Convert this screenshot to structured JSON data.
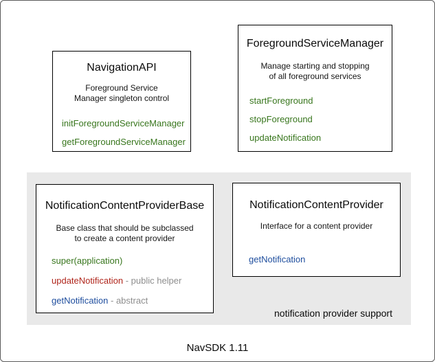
{
  "diagram": {
    "footer_title": "NavSDK 1.11",
    "group_label": "notification provider support",
    "colors": {
      "method_green": "#38761d",
      "method_red": "#b0261c",
      "method_blue": "#1f4e9e",
      "annotation_gray": "#8e8e8e",
      "group_bg": "#e9e9e9"
    },
    "boxes": {
      "navigation_api": {
        "title": "NavigationAPI",
        "description": [
          "Foreground Service",
          "Manager singleton control"
        ],
        "methods": [
          {
            "label": "initForegroundServiceManager"
          },
          {
            "label": "getForegroundServiceManager"
          }
        ]
      },
      "foreground_service_manager": {
        "title": "ForegroundServiceManager",
        "description": [
          "Manage starting and stopping",
          "of all foreground services"
        ],
        "methods": [
          {
            "label": "startForeground"
          },
          {
            "label": "stopForeground"
          },
          {
            "label": "updateNotification"
          }
        ]
      },
      "notification_content_provider_base": {
        "title": "NotificationContentProviderBase",
        "description": [
          "Base class that should be subclassed",
          "to create a content provider"
        ],
        "methods": [
          {
            "label": "super(application)",
            "annotation": ""
          },
          {
            "label": "updateNotification",
            "annotation": " - public helper"
          },
          {
            "label": "getNotification",
            "annotation": " - abstract"
          }
        ]
      },
      "notification_content_provider": {
        "title": "NotificationContentProvider",
        "description": [
          "Interface for a content provider"
        ],
        "methods": [
          {
            "label": "getNotification"
          }
        ]
      }
    }
  }
}
